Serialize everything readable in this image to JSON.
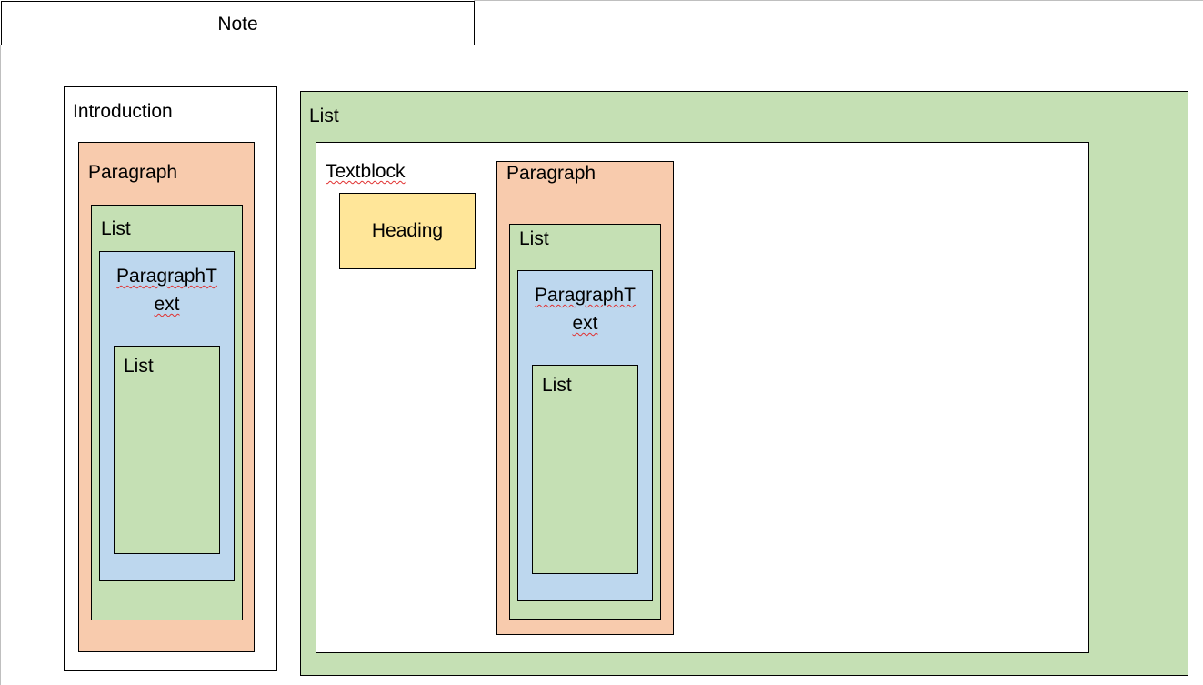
{
  "note": {
    "label": "Note"
  },
  "intro": {
    "label": "Introduction",
    "paragraph": {
      "label": "Paragraph",
      "list": {
        "label": "List",
        "paragraph_text": {
          "line1": "ParagraphT",
          "line2": "ext",
          "list": {
            "label": "List"
          }
        }
      }
    }
  },
  "main_list": {
    "label": "List",
    "textblock": {
      "label": "Textblock",
      "heading": {
        "label": "Heading"
      },
      "paragraph": {
        "label": "Paragraph",
        "list": {
          "label": "List",
          "paragraph_text": {
            "line1": "ParagraphT",
            "line2": "ext",
            "list": {
              "label": "List"
            }
          }
        }
      }
    }
  },
  "colors": {
    "paragraph": "#f8cbad",
    "list": "#c5e0b4",
    "paragraph_text": "#bdd7ee",
    "heading": "#ffe699",
    "container": "#ffffff"
  }
}
